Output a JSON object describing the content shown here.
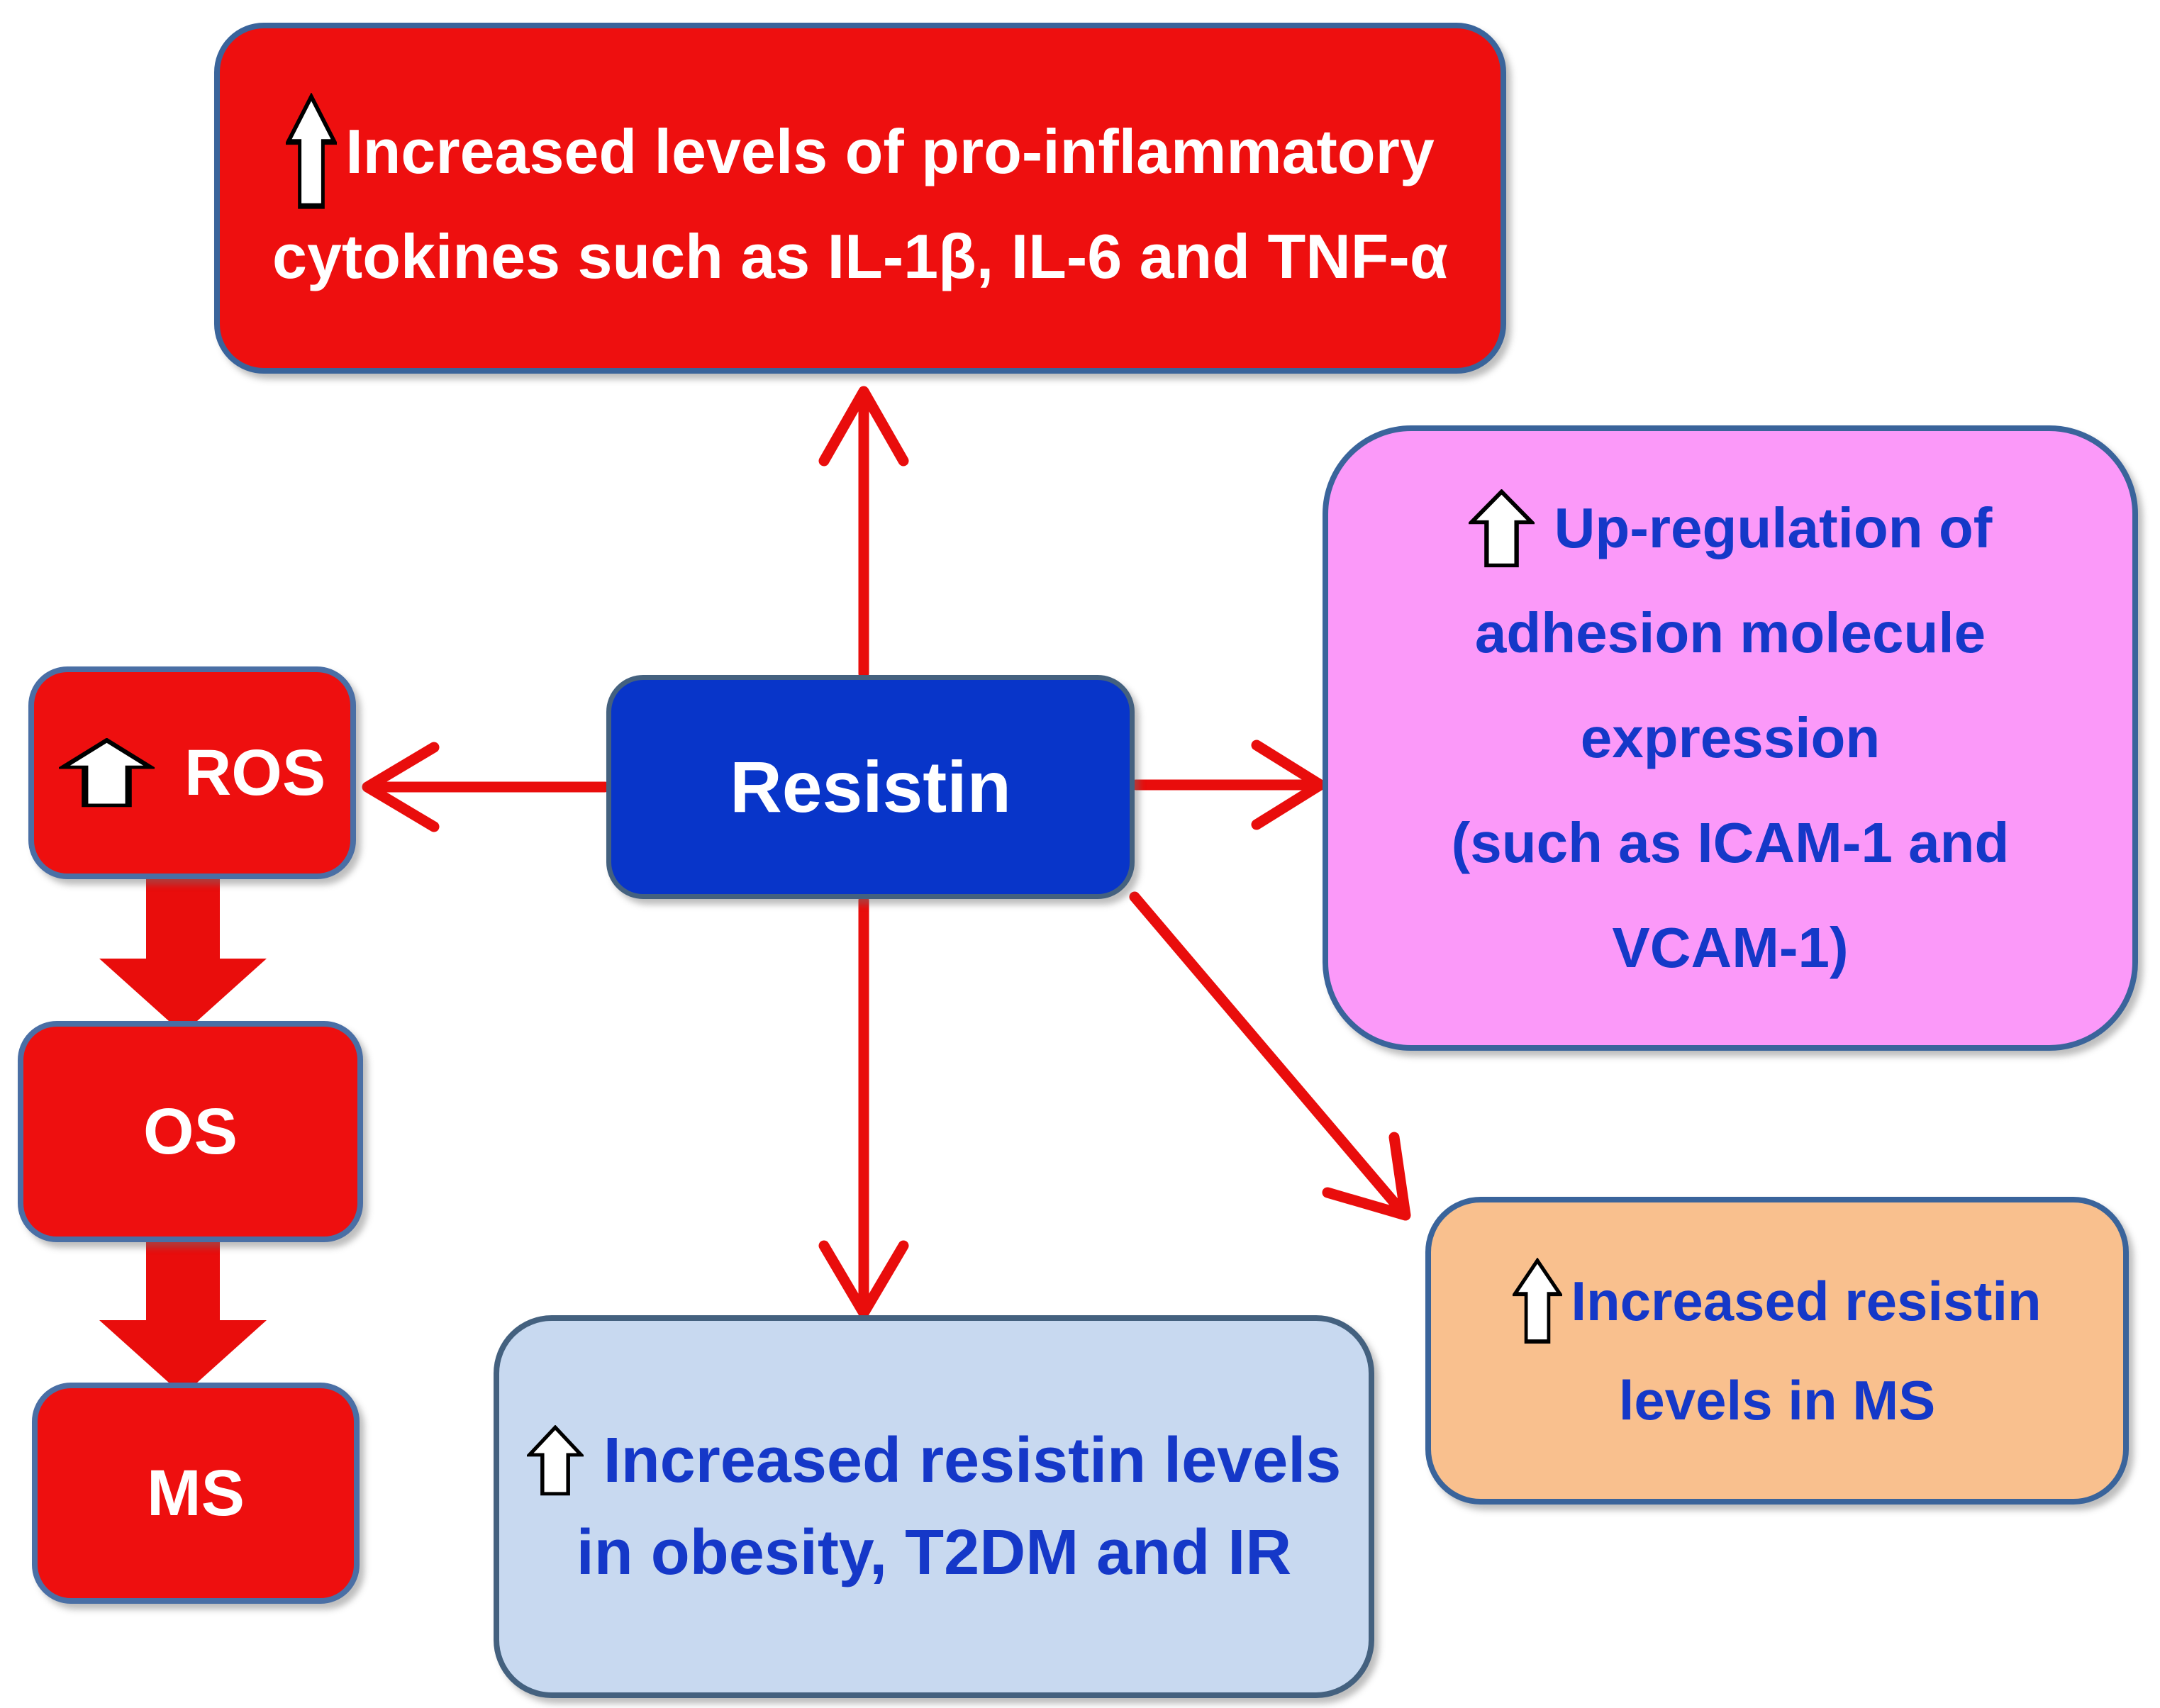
{
  "colors": {
    "canvas_bg": "#ffffff",
    "red_fill": "#ee0f0f",
    "blue_fill": "#0835c9",
    "pink_fill": "#fb99f9",
    "lightblue_fill": "#c8d9f0",
    "orange_fill": "#f9c08e",
    "steel_border": "#3a649b",
    "slate_border": "#44617f",
    "red_small_border": "#4a6fa5",
    "arrow_red": "#e90d0c",
    "text_blue": "#1538c8",
    "text_white": "#ffffff"
  },
  "nodes": {
    "cytokines": {
      "line1": "Increased levels of pro-inflammatory",
      "line2": "cytokines such as IL-1β, IL-6 and TNF-α"
    },
    "resistin": {
      "label": "Resistin"
    },
    "adhesion": {
      "lines": [
        "Up-regulation of",
        "adhesion molecule",
        "expression",
        "(such as ICAM-1 and",
        "VCAM-1)"
      ]
    },
    "ros": {
      "label": "ROS"
    },
    "os": {
      "label": "OS"
    },
    "ms": {
      "label": "MS"
    },
    "obesity": {
      "line1": "Increased resistin levels",
      "line2": "in obesity, T2DM and IR"
    },
    "ms_resistin": {
      "line1": "Increased resistin",
      "line2": "levels in MS"
    }
  }
}
